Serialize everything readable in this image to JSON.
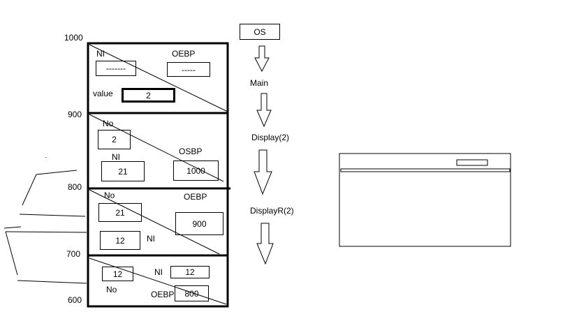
{
  "addresses": [
    "1000",
    "900",
    "800",
    "700",
    "600"
  ],
  "frames": [
    {
      "name": "main-frame",
      "labels": {
        "top_left": "NI",
        "top_right": "OEBP",
        "value_label": "value"
      },
      "values": {
        "ni": "-------",
        "oebp": "-----",
        "value": "2"
      }
    },
    {
      "name": "display-frame",
      "labels": {
        "no": "No",
        "ni": "NI",
        "osbp": "OSBP"
      },
      "values": {
        "no": "2",
        "ni": "21",
        "osbp": "1000"
      }
    },
    {
      "name": "displayr-frame-1",
      "labels": {
        "no": "No",
        "oebp": "OEBP",
        "ni": "NI"
      },
      "values": {
        "no": "21",
        "oebp": "900",
        "ni": "12"
      }
    },
    {
      "name": "displayr-frame-2",
      "labels": {
        "ni": "NI",
        "no": "No",
        "oebp": "OEBP"
      },
      "values": {
        "no": "12",
        "ni": "12",
        "oebp": "800"
      }
    }
  ],
  "flow": [
    "OS",
    "Main",
    "Display(2)",
    "DisplayR(2)"
  ]
}
